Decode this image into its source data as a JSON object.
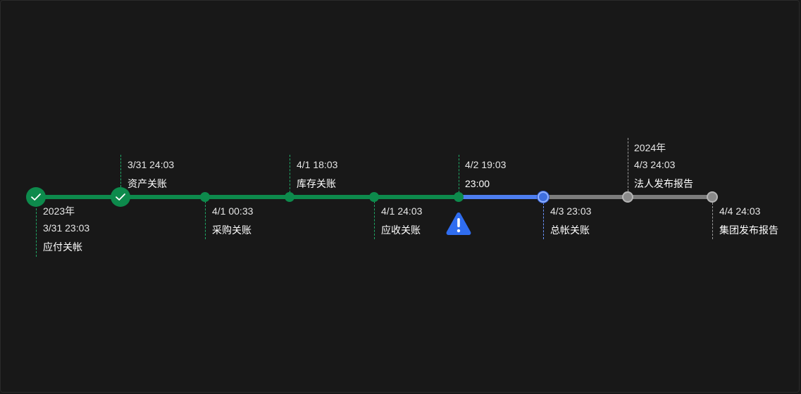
{
  "timeline": {
    "colors": {
      "done": "#0d8a4c",
      "current": "#4d7ef0",
      "pending": "#7c7c7c",
      "warning": "#2f6df0"
    },
    "events": [
      {
        "year": "2023年",
        "time": "3/31 23:03",
        "label": "应付关帐",
        "status": "done",
        "icon": "check-icon"
      },
      {
        "time": "3/31 24:03",
        "label": "资产关账",
        "status": "done",
        "icon": "check-icon"
      },
      {
        "time": "4/1 00:33",
        "label": "采购关账",
        "status": "done"
      },
      {
        "time": "4/1 18:03",
        "label": "库存关账",
        "status": "done"
      },
      {
        "time": "4/1 24:03",
        "label": "应收关账",
        "status": "done"
      },
      {
        "time": "4/2 19:03",
        "label": "23:00",
        "status": "done",
        "icon": "warning-icon"
      },
      {
        "time": "4/3 23:03",
        "label": "总帐关账",
        "status": "current"
      },
      {
        "year": "2024年",
        "time": "4/3 24:03",
        "label": "法人发布报告",
        "status": "pending"
      },
      {
        "time": "4/4 24:03",
        "label": "集团发布报告",
        "status": "pending"
      }
    ]
  }
}
